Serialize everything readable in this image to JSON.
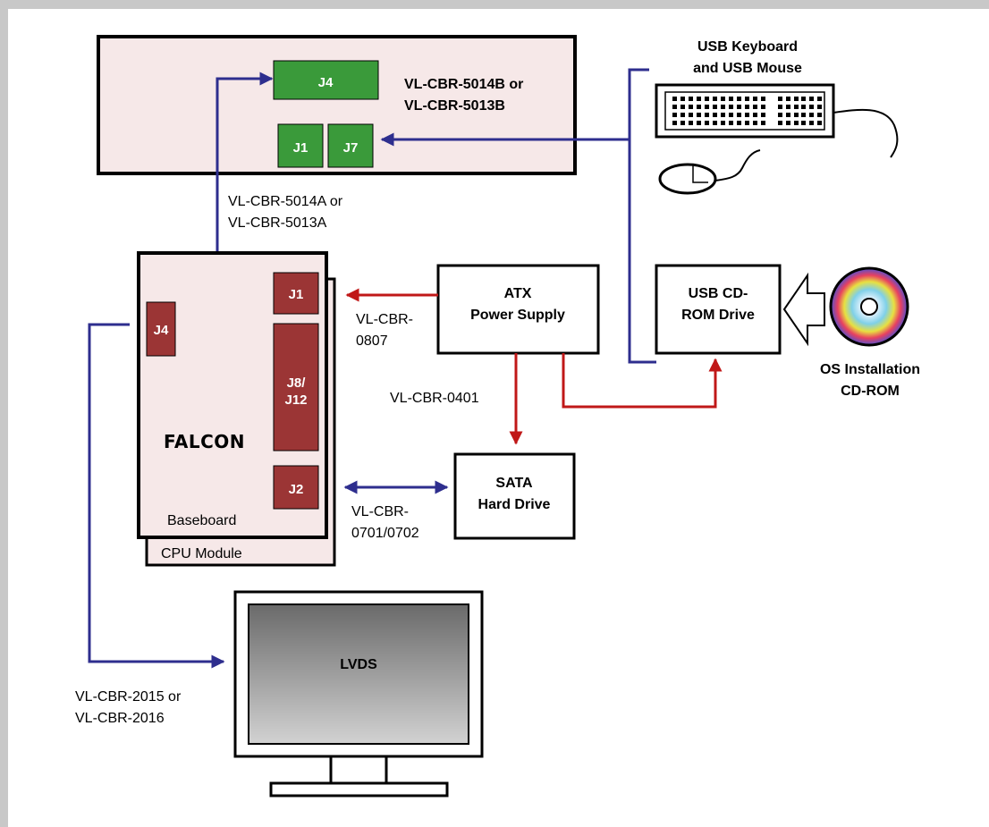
{
  "colors": {
    "frame": "#c8c8c8",
    "board_fill": "#f6e8e8",
    "green_connector": "#3a9a3a",
    "red_connector": "#9b3535",
    "blue_cable": "#2e2e8e",
    "red_cable": "#c01818",
    "monitor_screen_dark": "#6a6a6a",
    "monitor_screen_light": "#cfcfcf"
  },
  "icons": {
    "keyboard": "keyboard-icon",
    "mouse": "mouse-icon",
    "cdrom_disc": "cd-disc-icon",
    "insert_arrow": "hollow-arrow-left-icon",
    "monitor": "monitor-icon"
  },
  "paddle_board": {
    "name": "VL-CBR-5014B or",
    "name2": "VL-CBR-5013B",
    "j4": "J4",
    "j1": "J1",
    "j7": "J7"
  },
  "usb_input": {
    "line1": "USB Keyboard",
    "line2": "and USB Mouse"
  },
  "cables": {
    "paddle_cable_1": "VL-CBR-5014A or",
    "paddle_cable_2": "VL-CBR-5013A",
    "power_cable_1": "VL-CBR-",
    "power_cable_2": "0807",
    "sata_power_cable": "VL-CBR-0401",
    "sata_data_cable_1": "VL-CBR-",
    "sata_data_cable_2": "0701/0702",
    "lvds_cable_1": "VL-CBR-2015 or",
    "lvds_cable_2": "VL-CBR-2016"
  },
  "baseboard": {
    "j1": "J1",
    "j4": "J4",
    "j8_line1": "J8/",
    "j8_line2": "J12",
    "j2": "J2",
    "product": "FALCON",
    "label": "Baseboard",
    "module_label": "CPU Module"
  },
  "atx": {
    "line1": "ATX",
    "line2": "Power Supply"
  },
  "cdrom_drive": {
    "line1": "USB CD-",
    "line2": "ROM Drive"
  },
  "os_disc": {
    "line1": "OS Installation",
    "line2": "CD-ROM"
  },
  "sata": {
    "line1": "SATA",
    "line2": "Hard Drive"
  },
  "monitor": {
    "label": "LVDS"
  }
}
